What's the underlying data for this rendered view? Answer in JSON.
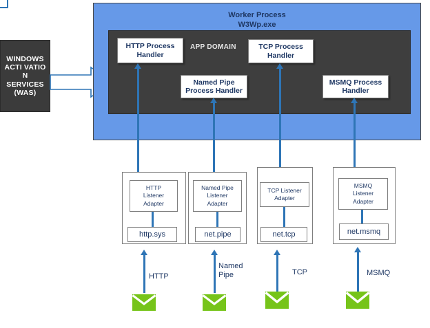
{
  "diagram": {
    "title": "WAS / IIS Worker Process protocol listener architecture",
    "colors": {
      "worker_panel": "#6699e8",
      "app_domain": "#3e3e3e",
      "was_box": "#3b3b3b",
      "connector_blue": "#2e75b6",
      "text_navy": "#1f3864",
      "envelope_green": "#76c41a"
    },
    "was_box": {
      "label": "WINDOWS\nACTI VATIO\nN\nSERVICES\n(WAS)",
      "lines": [
        "WINDOWS",
        "ACTI VATIO",
        "N",
        "SERVICES",
        "(WAS)"
      ]
    },
    "arrow_was_to_worker": {
      "name": "block-arrow-right",
      "direction": "right"
    },
    "worker_process": {
      "title_line1": "Worker Process",
      "title_line2": "W3Wp.exe",
      "app_domain_label": "APP DOMAIN",
      "handlers": [
        {
          "id": "http",
          "label": "HTTP Process\nHandler"
        },
        {
          "id": "tcp",
          "label": "TCP Process\nHandler"
        },
        {
          "id": "namedpipe",
          "label": "Named Pipe\nProcess Handler"
        },
        {
          "id": "msmq",
          "label": "MSMQ Process\nHandler"
        }
      ]
    },
    "listener_groups": [
      {
        "id": "http",
        "adapter": "HTTP\nListener\nAdapter",
        "leaf": "http.sys",
        "protocol": "HTTP"
      },
      {
        "id": "namedpipe",
        "adapter": "Named Pipe\nListener\nAdapter",
        "leaf": "net.pipe",
        "protocol": "Named\nPipe"
      },
      {
        "id": "tcp",
        "adapter": "TCP Listener\nAdapter",
        "leaf": "net.tcp",
        "protocol": "TCP"
      },
      {
        "id": "msmq",
        "adapter": "MSMQ\nListener\nAdapter",
        "leaf": "net.msmq",
        "protocol": "MSMQ"
      }
    ],
    "message_icons": [
      {
        "name": "envelope-icon-http"
      },
      {
        "name": "envelope-icon-namedpipe"
      },
      {
        "name": "envelope-icon-tcp"
      },
      {
        "name": "envelope-icon-msmq"
      }
    ]
  }
}
